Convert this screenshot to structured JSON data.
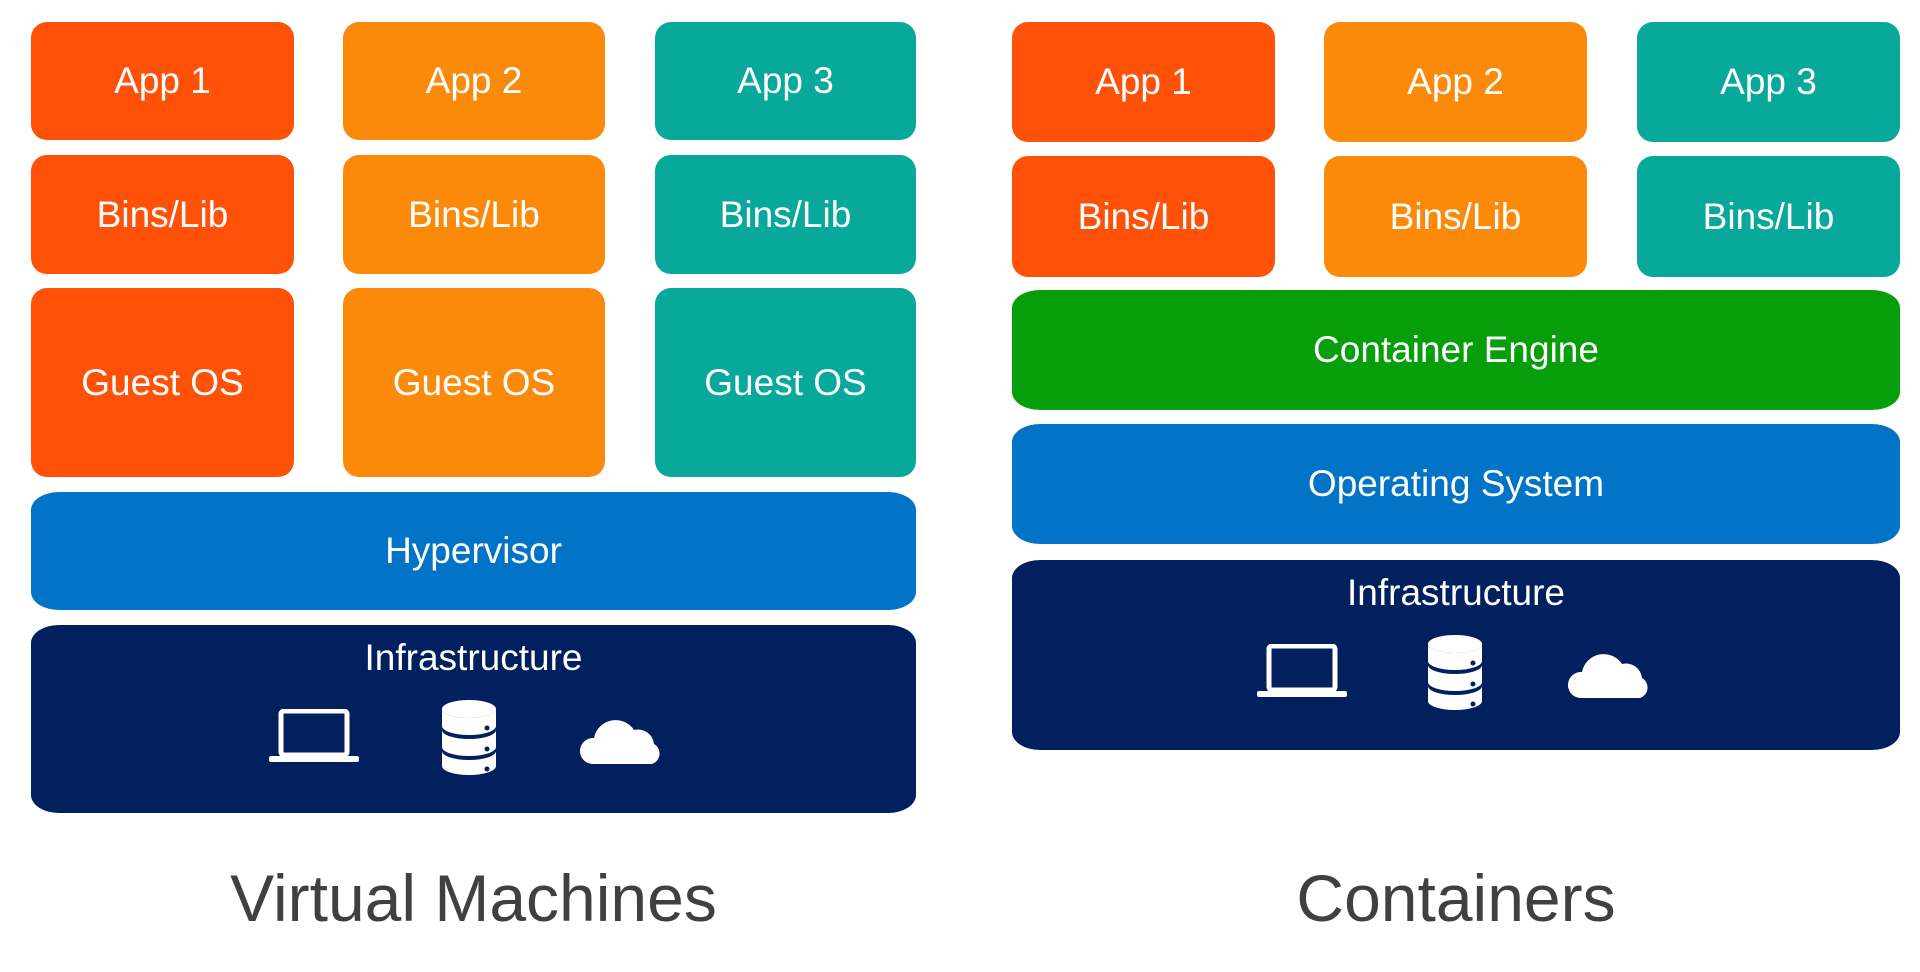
{
  "vm": {
    "apps": [
      "App 1",
      "App 2",
      "App 3"
    ],
    "bins": [
      "Bins/Lib",
      "Bins/Lib",
      "Bins/Lib"
    ],
    "guest_os": [
      "Guest OS",
      "Guest OS",
      "Guest OS"
    ],
    "hypervisor": "Hypervisor",
    "infrastructure": "Infrastructure",
    "caption": "Virtual Machines"
  },
  "containers": {
    "apps": [
      "App 1",
      "App 2",
      "App 3"
    ],
    "bins": [
      "Bins/Lib",
      "Bins/Lib",
      "Bins/Lib"
    ],
    "container_engine": "Container Engine",
    "operating_system": "Operating System",
    "infrastructure": "Infrastructure",
    "caption": "Containers"
  },
  "icons": [
    "laptop-icon",
    "database-icon",
    "cloud-icon"
  ],
  "colors": {
    "app1": "#ff5208",
    "app2": "#fb8a0a",
    "app3": "#08a89b",
    "engine": "#069e0a",
    "os_hypervisor": "#0274c7",
    "infrastructure": "#03205e",
    "caption_text": "#404040"
  }
}
